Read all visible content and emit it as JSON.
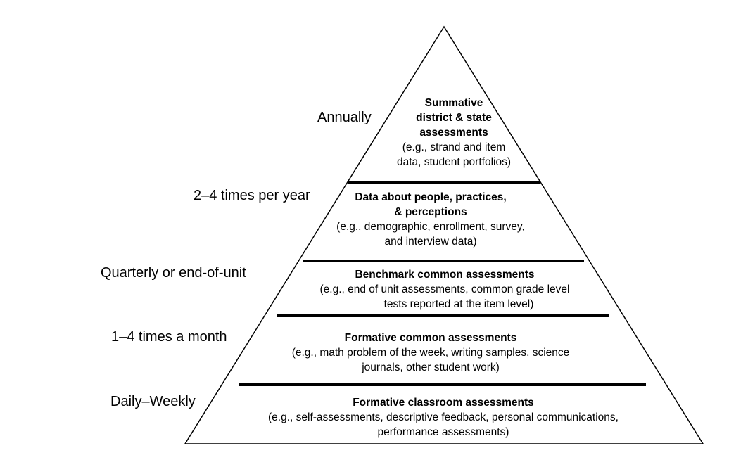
{
  "title": "Assessment pyramid",
  "levels": [
    {
      "frequency": "Annually",
      "title_lines": [
        "Summative",
        "district & state",
        "assessments"
      ],
      "example_lines": [
        "(e.g., strand and item",
        "data, student portfolios)"
      ]
    },
    {
      "frequency": "2–4 times per year",
      "title_lines": [
        "Data about people, practices,",
        "& perceptions"
      ],
      "example_lines": [
        "(e.g., demographic, enrollment, survey,",
        "and interview data)"
      ]
    },
    {
      "frequency": "Quarterly or end-of-unit",
      "title_lines": [
        "Benchmark common assessments"
      ],
      "example_lines": [
        "(e.g., end of unit assessments, common grade level",
        "tests reported at the item level)"
      ]
    },
    {
      "frequency": "1–4 times a month",
      "title_lines": [
        "Formative common assessments"
      ],
      "example_lines": [
        "(e.g., math problem of the week, writing samples, science",
        "journals, other student work)"
      ]
    },
    {
      "frequency": "Daily–Weekly",
      "title_lines": [
        "Formative classroom assessments"
      ],
      "example_lines": [
        "(e.g., self-assessments, descriptive feedback, personal communications,",
        "performance assessments)"
      ]
    }
  ]
}
